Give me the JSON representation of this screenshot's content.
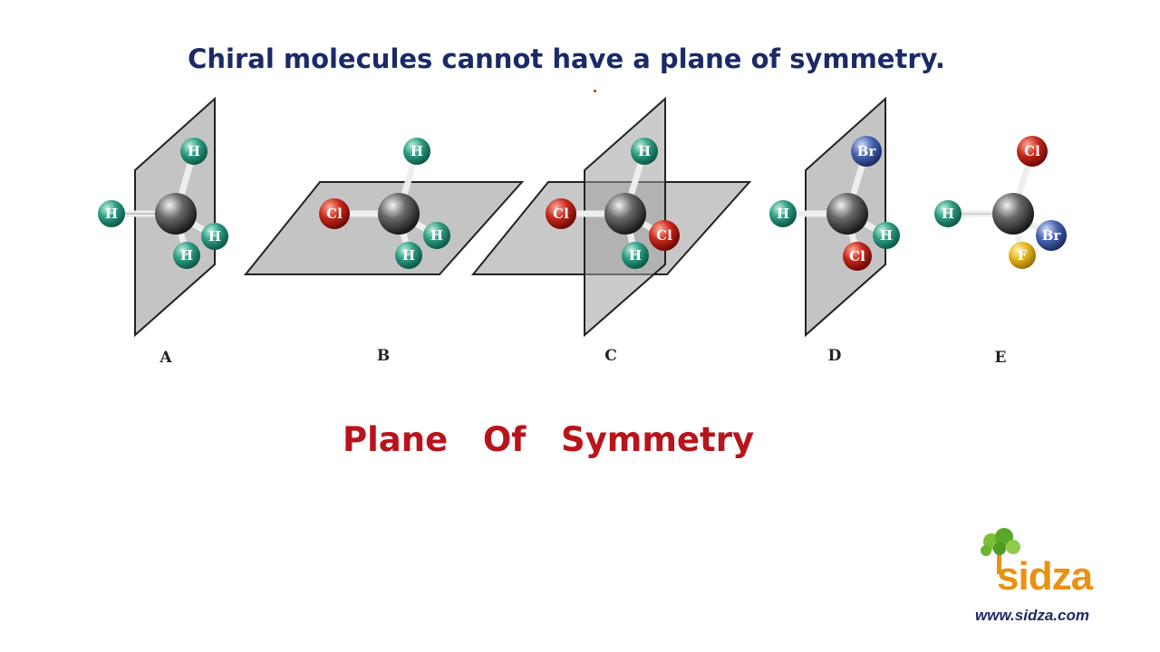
{
  "title": "Chiral molecules cannot have a plane of symmetry.",
  "subtitle": "Plane   Of   Symmetry",
  "molecules": [
    {
      "label": "A",
      "atoms": [
        "H",
        "H",
        "H",
        "H"
      ]
    },
    {
      "label": "B",
      "atoms": [
        "Cl",
        "H",
        "H",
        "H"
      ]
    },
    {
      "label": "C",
      "atoms": [
        "Cl",
        "H",
        "Cl",
        "H"
      ]
    },
    {
      "label": "D",
      "atoms": [
        "H",
        "Br",
        "H",
        "Cl"
      ]
    },
    {
      "label": "E",
      "atoms": [
        "H",
        "Cl",
        "Br",
        "F"
      ]
    }
  ],
  "logo": {
    "name": "sidza",
    "url": "www.sidza.com"
  },
  "colors": {
    "title": "#1b2a66",
    "subtitle": "#b8141c",
    "hydrogen": "#2e9c82",
    "chlorine": "#c8281c",
    "bromine": "#4a66b0",
    "fluorine": "#e6b620",
    "carbon": "#3a3a3a",
    "plane": "#b0b0b0",
    "logo": "#e89212"
  }
}
